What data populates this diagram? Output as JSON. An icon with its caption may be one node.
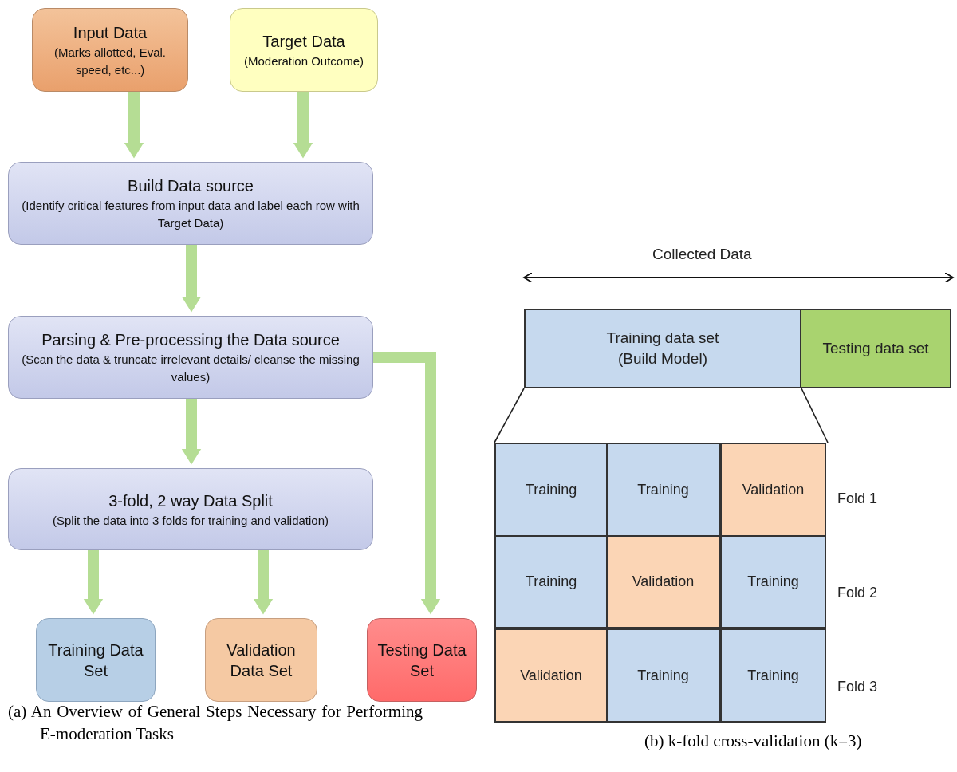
{
  "diagram": {
    "nodes": [
      {
        "text": [
          "Input Data",
          "(Marks allotted, Eval. speed, etc...)"
        ]
      },
      {
        "text": [
          "Target Data",
          "(Moderation Outcome)"
        ]
      },
      {
        "text": [
          "Build Data source",
          "(Identify critical features from input data and label each row with Target Data)"
        ]
      },
      {
        "text": [
          "Parsing & Pre-processing the Data source",
          "(Scan the data & truncate irrelevant details/ cleanse the missing values)"
        ]
      },
      {
        "text": [
          "3-fold, 2 way Data Split",
          "(Split the  data into 3 folds for training and validation)"
        ]
      },
      {
        "text": [
          "Training Data  Set"
        ]
      },
      {
        "text": [
          "Validation Data Set"
        ]
      },
      {
        "text": [
          "Testing Data Set"
        ]
      },
      {
        "text": [
          "Training  data set",
          "(Build Model)"
        ]
      },
      {
        "text": [
          "Testing data set"
        ]
      },
      {
        "text": [
          "Training"
        ]
      },
      {
        "text": [
          "Training"
        ]
      },
      {
        "text": [
          "Validation"
        ]
      },
      {
        "text": [
          "Training"
        ]
      },
      {
        "text": [
          "Validation"
        ]
      },
      {
        "text": [
          "Training"
        ]
      },
      {
        "text": [
          "Validation"
        ]
      },
      {
        "text": [
          "Training"
        ]
      },
      {
        "text": [
          "Training"
        ]
      }
    ],
    "edges": [
      {
        "from": 0,
        "to": 2,
        "arrow": "to"
      },
      {
        "from": 1,
        "to": 2,
        "arrow": "to"
      },
      {
        "from": 2,
        "to": 3,
        "arrow": "to"
      },
      {
        "from": 3,
        "to": 4,
        "arrow": "to"
      },
      {
        "from": 4,
        "to": 5,
        "arrow": "to"
      },
      {
        "from": 4,
        "to": 6,
        "arrow": "to"
      },
      {
        "from": 3,
        "to": 7,
        "arrow": "to"
      },
      {
        "from": 8,
        "to": 10,
        "arrow": "none",
        "color": "#222222"
      },
      {
        "from": 8,
        "to": 12,
        "arrow": "none",
        "color": "#222222"
      }
    ],
    "labels": [
      "Collected Data",
      "Fold 1",
      "Fold 2",
      "Fold 3",
      "(a) An Overview of General Steps Necessary for Performing E-moderation Tasks",
      "(b) k-fold cross-validation (k=3)"
    ]
  }
}
